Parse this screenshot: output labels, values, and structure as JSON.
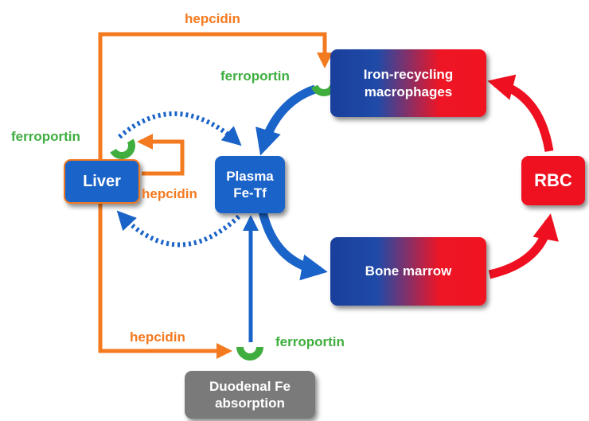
{
  "nodes": {
    "liver": {
      "label": "Liver"
    },
    "plasma": {
      "line1": "Plasma",
      "line2": "Fe-Tf"
    },
    "macrophages": {
      "line1": "Iron-recycling",
      "line2": "macrophages"
    },
    "rbc": {
      "label": "RBC"
    },
    "bone_marrow": {
      "label": "Bone marrow"
    },
    "duodenal": {
      "line1": "Duodenal Fe",
      "line2": "absorption"
    }
  },
  "labels": {
    "hepcidin_top": "hepcidin",
    "hepcidin_liver": "hepcidin",
    "hepcidin_bottom": "hepcidin",
    "ferroportin_macrophage": "ferroportin",
    "ferroportin_liver": "ferroportin",
    "ferroportin_duodenal": "ferroportin"
  },
  "colors": {
    "hepcidin_orange": "#f47a20",
    "ferroportin_green": "#3fae3f",
    "iron_blue": "#1a63c8",
    "erythroid_red": "#ef1020",
    "duodenal_grey": "#7a7a7a"
  }
}
